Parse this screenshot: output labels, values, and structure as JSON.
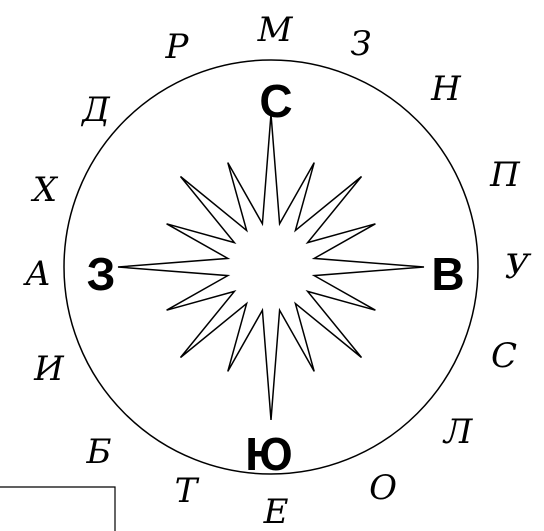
{
  "directions": {
    "north": "С",
    "south": "Ю",
    "east": "В",
    "west": "З"
  },
  "months_clockwise_from_top": [
    "М",
    "З",
    "Н",
    "П",
    "У",
    "С",
    "Л",
    "О",
    "Е",
    "Т",
    "Б",
    "И",
    "А",
    "Х",
    "Д",
    "Р"
  ],
  "colors": {
    "ink": "#000000",
    "background": "#ffffff"
  }
}
